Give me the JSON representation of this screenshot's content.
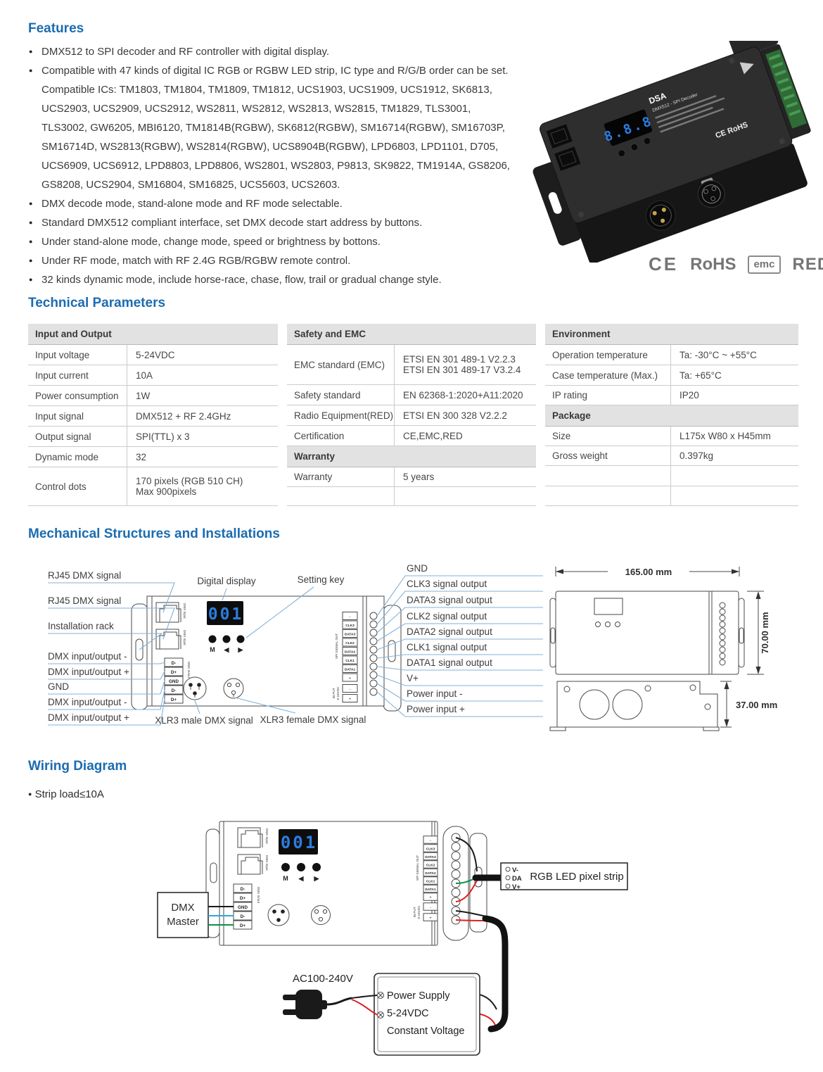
{
  "page": {
    "sections": {
      "features": "Features",
      "technical": "Technical Parameters",
      "mechanical": "Mechanical Structures and Installations",
      "wiring": "Wiring Diagram"
    },
    "accent": "#1b6cb0"
  },
  "features": {
    "bullet_char": "●",
    "items": [
      {
        "text": "DMX512 to SPI decoder and RF controller with digital display."
      },
      {
        "text": "Compatible with 47 kinds of digital IC RGB or RGBW LED strip, IC type and R/G/B order can be set."
      },
      {
        "text": "Compatible ICs: TM1803, TM1804, TM1809, TM1812, UCS1903, UCS1909, UCS1912, SK6813, UCS2903, UCS2909, UCS2912, WS2811, WS2812, WS2813, WS2815, TM1829, TLS3001, TLS3002, GW6205, MBI6120, TM1814B(RGBW), SK6812(RGBW), SM16714(RGBW), SM16703P, SM16714D, WS2813(RGBW), WS2814(RGBW), UCS8904B(RGBW), LPD6803, LPD1101, D705, UCS6909, UCS6912, LPD8803, LPD8806, WS2801, WS2803, P9813, SK9822, TM1914A, GS8206, GS8208, UCS2904, SM16804, SM16825, UCS5603, UCS2603."
      },
      {
        "text": "DMX decode mode, stand-alone mode and RF mode selectable."
      },
      {
        "text": "Standard DMX512 compliant interface, set DMX decode start address by buttons."
      },
      {
        "text": "Under stand-alone mode, change mode, speed or brightness by bottons."
      },
      {
        "text": "Under RF mode, match with RF 2.4G RGB/RGBW remote control."
      },
      {
        "text": "32 kinds dynamic mode, include horse-race, chase, flow, trail or gradual change style."
      }
    ]
  },
  "certifications": {
    "ce": "CE",
    "rohs": "RoHS",
    "emc": "emc",
    "red": "RED"
  },
  "product_photo": {
    "model": "DSA",
    "subtitle": "DMX512 - SPI Decoder",
    "display": "8.8.8",
    "marking": "CE RoHS"
  },
  "tables": {
    "io": {
      "header": "Input and Output",
      "rows": [
        [
          "Input voltage",
          "5-24VDC"
        ],
        [
          "Input current",
          "10A"
        ],
        [
          "Power consumption",
          "1W"
        ],
        [
          "Input signal",
          "DMX512 + RF 2.4GHz"
        ],
        [
          "Output signal",
          "SPI(TTL) x 3"
        ],
        [
          "Dynamic mode",
          "32"
        ],
        [
          "Control dots",
          "170 pixels (RGB 510 CH)",
          "Max 900pixels"
        ]
      ]
    },
    "safety": {
      "header": "Safety and EMC",
      "rows": [
        [
          "EMC standard (EMC)",
          "ETSI EN 301 489-1 V2.2.3",
          "ETSI EN 301 489-17 V3.2.4"
        ],
        [
          "Safety standard",
          "EN 62368-1:2020+A11:2020"
        ],
        [
          "Radio Equipment(RED)",
          "ETSI EN 300 328 V2.2.2"
        ],
        [
          "Certification",
          "CE,EMC,RED"
        ]
      ],
      "warranty_header": "Warranty",
      "warranty_rows": [
        [
          "Warranty",
          "5 years"
        ]
      ]
    },
    "env": {
      "header": "Environment",
      "rows": [
        [
          "Operation temperature",
          "Ta: -30°C ~ +55°C"
        ],
        [
          "Case temperature (Max.)",
          "Ta: +65°C"
        ],
        [
          "IP rating",
          "IP20"
        ]
      ],
      "package_header": "Package",
      "package_rows": [
        [
          "Size",
          "L175x W80 x H45mm"
        ],
        [
          "Gross weight",
          "0.397kg"
        ]
      ]
    }
  },
  "mechanical": {
    "left_labels": [
      "RJ45 DMX signal",
      "RJ45 DMX signal",
      "Installation rack",
      "DMX input/output -",
      "DMX input/output +",
      "GND",
      "DMX input/output -",
      "DMX input/output +"
    ],
    "top_labels": [
      "Digital display",
      "Setting key"
    ],
    "right_labels": [
      "GND",
      "CLK3 signal output",
      "DATA3 signal output",
      "CLK2 signal output",
      "DATA2 signal output",
      "CLK1 signal output",
      "DATA1 signal output",
      "V+",
      "Power input -",
      "Power input +"
    ],
    "bottom_labels": [
      "XLR3 male DMX signal",
      "XLR3 female DMX signal"
    ],
    "device": {
      "display": "001",
      "buttons": [
        "M",
        "◀",
        "▶"
      ],
      "dmx_terminals": [
        "D-",
        "D+",
        "GND",
        "D-",
        "D+"
      ],
      "spi_terminals": [
        "-",
        "CLK3",
        "DATA3",
        "CLK2",
        "DATA2",
        "CLK1",
        "DATA1",
        "+"
      ],
      "input_terminals": [
        "-",
        "+"
      ],
      "spi_label": "SPI SIGNAL OUT",
      "input_label_line1": "IN PUT",
      "input_label_line2": "5-24VDC",
      "rj45_label": "DMX Input",
      "dmx_column_label": "DMX In/out"
    },
    "dimensions": {
      "length": "165.00 mm",
      "height": "70.00 mm",
      "depth": "37.00 mm"
    }
  },
  "wiring": {
    "load_note": "Strip load≤10A",
    "dmx_master_line1": "DMX",
    "dmx_master_line2": "Master",
    "strip_label": "RGB LED pixel strip",
    "strip_terminals": [
      "V-",
      "DA",
      "V+"
    ],
    "ac_label": "AC100-240V",
    "psu_lines": [
      "Power Supply",
      "5-24VDC",
      "Constant Voltage"
    ]
  }
}
